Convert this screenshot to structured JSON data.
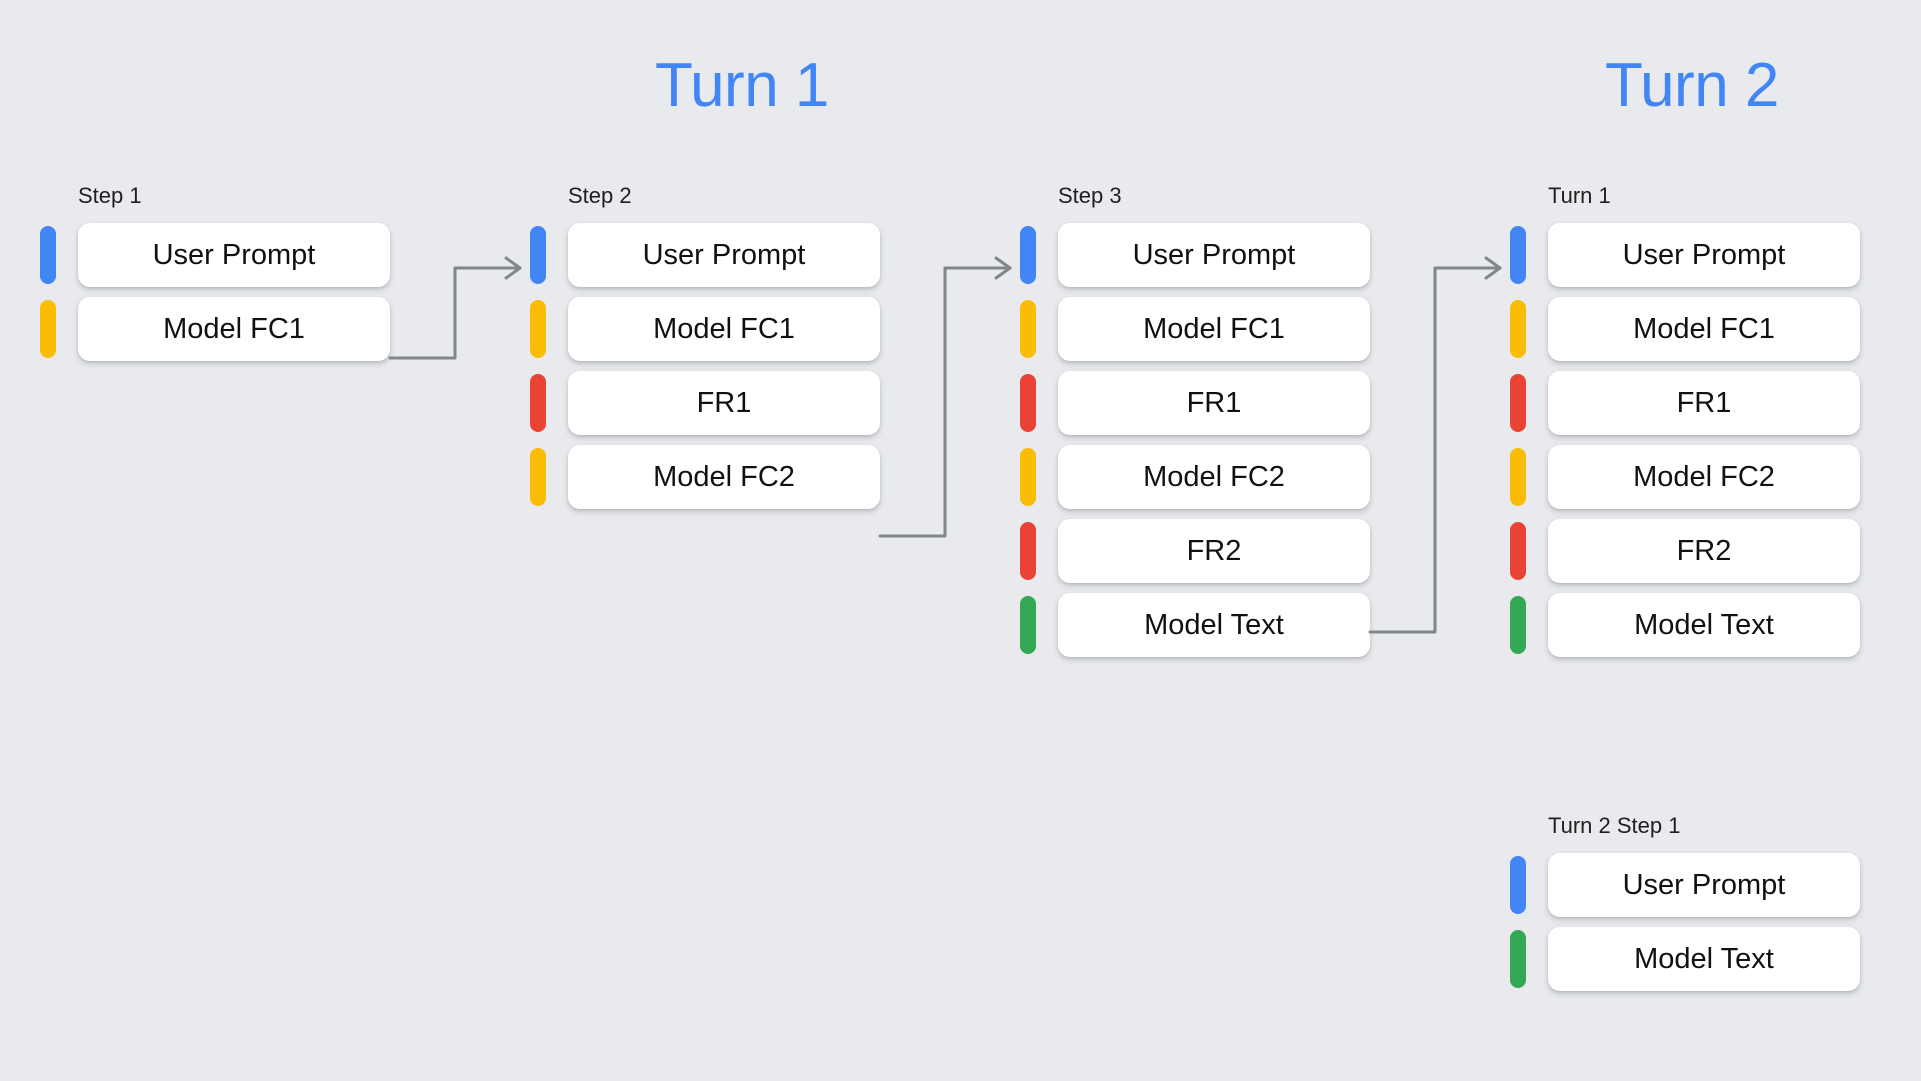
{
  "background_color": "#e8eaed",
  "titles": [
    {
      "label": "Turn 1"
    },
    {
      "label": "Turn 2"
    }
  ],
  "palette": {
    "blue": "#4285f4",
    "yellow": "#fbbc05",
    "red": "#ea4335",
    "green": "#34a853",
    "connector": "#80868b",
    "card": "#ffffff"
  },
  "columns": [
    {
      "label": "Step 1",
      "rows": [
        {
          "color": "blue",
          "label": "User Prompt"
        },
        {
          "color": "yellow",
          "label": "Model FC1"
        }
      ]
    },
    {
      "label": "Step 2",
      "rows": [
        {
          "color": "blue",
          "label": "User Prompt"
        },
        {
          "color": "yellow",
          "label": "Model FC1"
        },
        {
          "color": "red",
          "label": "FR1"
        },
        {
          "color": "yellow",
          "label": "Model FC2"
        }
      ]
    },
    {
      "label": "Step 3",
      "rows": [
        {
          "color": "blue",
          "label": "User Prompt"
        },
        {
          "color": "yellow",
          "label": "Model FC1"
        },
        {
          "color": "red",
          "label": "FR1"
        },
        {
          "color": "yellow",
          "label": "Model FC2"
        },
        {
          "color": "red",
          "label": "FR2"
        },
        {
          "color": "green",
          "label": "Model Text"
        }
      ]
    },
    {
      "label": "Turn 1",
      "rows": [
        {
          "color": "blue",
          "label": "User Prompt"
        },
        {
          "color": "yellow",
          "label": "Model FC1"
        },
        {
          "color": "red",
          "label": "FR1"
        },
        {
          "color": "yellow",
          "label": "Model FC2"
        },
        {
          "color": "red",
          "label": "FR2"
        },
        {
          "color": "green",
          "label": "Model Text"
        }
      ]
    },
    {
      "label": "Turn 2 Step 1",
      "rows": [
        {
          "color": "blue",
          "label": "User Prompt"
        },
        {
          "color": "green",
          "label": "Model Text"
        }
      ]
    }
  ],
  "connectors": [
    {
      "from": "step1-model-fc1",
      "to": "step2-user-prompt"
    },
    {
      "from": "step2-model-fc2",
      "to": "step3-user-prompt"
    },
    {
      "from": "step3-fr2",
      "to": "turn1-user-prompt"
    }
  ]
}
